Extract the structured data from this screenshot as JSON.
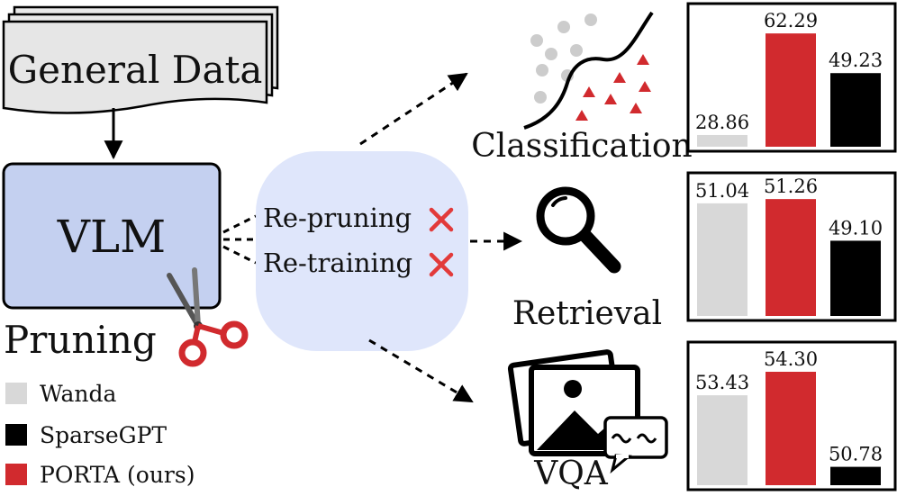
{
  "colors": {
    "wanda": "#d8d8d8",
    "sparsegpt": "#000000",
    "porta": "#d12a2e",
    "vlm_box": "#c4d0f0",
    "bubble": "#dfe6fb",
    "general_data": "#e6e6e6",
    "cross": "#e23a3a"
  },
  "general_data": {
    "label": "General Data"
  },
  "vlm": {
    "label": "VLM"
  },
  "pruning": {
    "label": "Pruning"
  },
  "bubble": {
    "lines": [
      {
        "text": "Re-pruning",
        "status_icon": "cross-icon"
      },
      {
        "text": "Re-training",
        "status_icon": "cross-icon"
      }
    ]
  },
  "legend": [
    {
      "label": "Wanda",
      "color": "#d8d8d8"
    },
    {
      "label": "SparseGPT",
      "color": "#000000"
    },
    {
      "label": "PORTA (ours)",
      "color": "#d12a2e"
    }
  ],
  "tasks": [
    {
      "label": "Classification",
      "icon": "scatter-classification-icon"
    },
    {
      "label": "Retrieval",
      "icon": "magnifier-icon"
    },
    {
      "label": "VQA",
      "icon": "image-chat-icon"
    }
  ],
  "chart_data": [
    {
      "type": "bar",
      "task": "Classification",
      "categories": [
        "Wanda",
        "PORTA (ours)",
        "SparseGPT"
      ],
      "values": [
        28.86,
        62.29,
        49.23
      ],
      "labels": [
        "28.86",
        "62.29",
        "49.23"
      ],
      "ylim": [
        25,
        65
      ]
    },
    {
      "type": "bar",
      "task": "Retrieval",
      "categories": [
        "Wanda",
        "PORTA (ours)",
        "SparseGPT"
      ],
      "values": [
        51.04,
        51.26,
        49.1
      ],
      "labels": [
        "51.04",
        "51.26",
        "49.10"
      ],
      "ylim": [
        45.2,
        51.5
      ]
    },
    {
      "type": "bar",
      "task": "VQA",
      "categories": [
        "Wanda",
        "PORTA (ours)",
        "SparseGPT"
      ],
      "values": [
        53.43,
        54.3,
        50.78
      ],
      "labels": [
        "53.43",
        "54.30",
        "50.78"
      ],
      "ylim": [
        50.1,
        54.6
      ]
    }
  ]
}
